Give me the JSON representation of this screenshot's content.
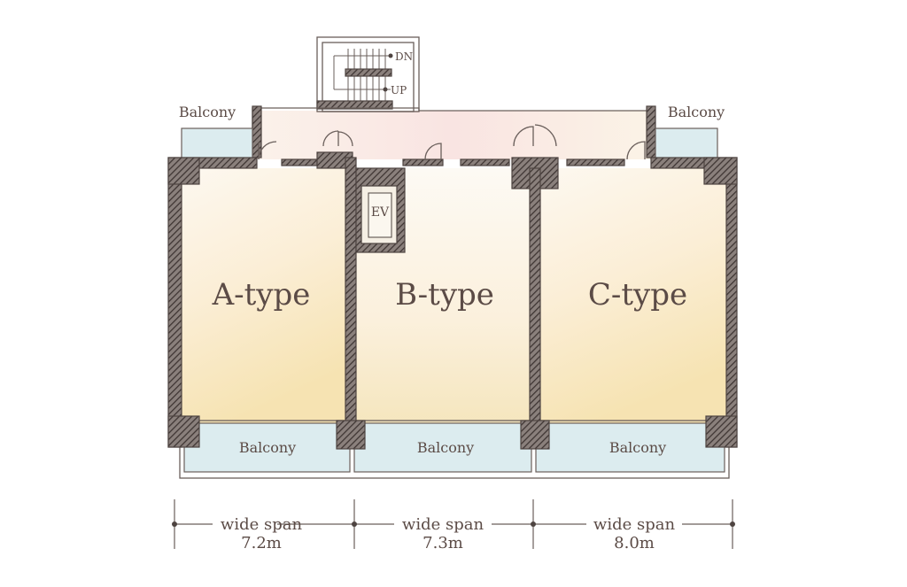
{
  "title": "Floor plan",
  "colors": {
    "wall": "#4e4441",
    "text": "#5b4b46",
    "balcony": "#dcecef",
    "room_warm": "#f8e6c0",
    "room_light": "#fdf6ec"
  },
  "stairs": {
    "down_label": "DN",
    "up_label": "UP"
  },
  "elevator": {
    "label": "EV"
  },
  "units": [
    {
      "name": "A-type",
      "balcony_label": "Balcony",
      "span_label": "wide span",
      "span_value": "7.2m"
    },
    {
      "name": "B-type",
      "balcony_label": "Balcony",
      "span_label": "wide span",
      "span_value": "7.3m"
    },
    {
      "name": "C-type",
      "balcony_label": "Balcony",
      "span_label": "wide span",
      "span_value": "8.0m"
    }
  ],
  "top_balconies": [
    {
      "label": "Balcony"
    },
    {
      "label": "Balcony"
    }
  ]
}
